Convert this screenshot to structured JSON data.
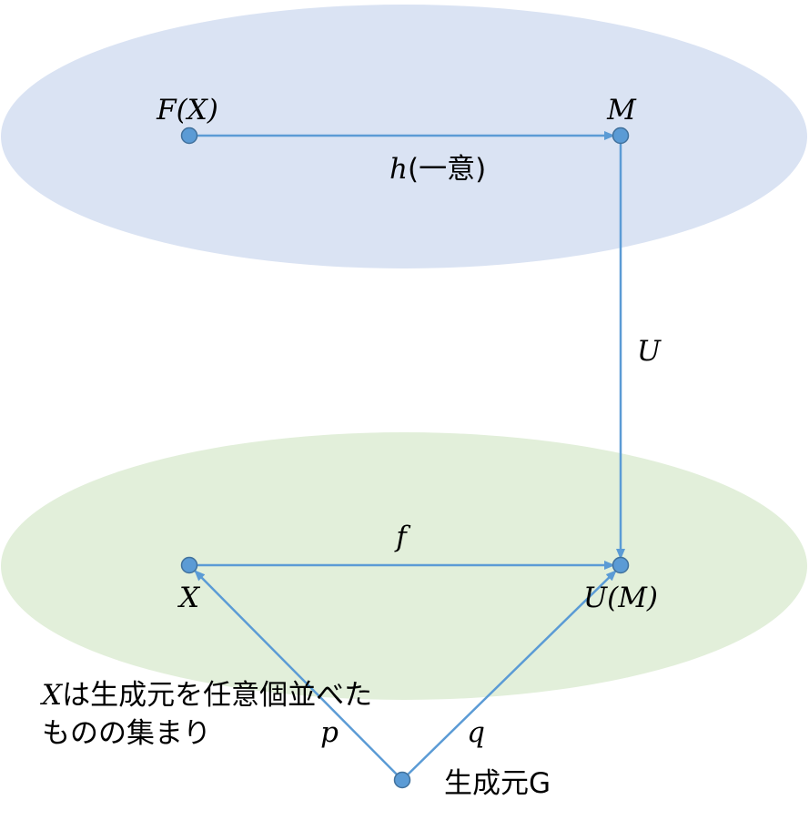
{
  "colors": {
    "upper_ellipse": "#dae3f3",
    "lower_ellipse": "#e2efda",
    "node_fill": "#5b9bd5",
    "node_stroke": "#41719c",
    "edge": "#5b9bd5"
  },
  "nodes": {
    "fx": {
      "label": "F(X)"
    },
    "m": {
      "label": "M"
    },
    "x": {
      "label": "X"
    },
    "um": {
      "label": "U(M)"
    },
    "g": {
      "label": "生成元G"
    }
  },
  "edges": {
    "h": {
      "label_italic": "h",
      "label_rest": "(一意)"
    },
    "u": {
      "label": "U"
    },
    "f": {
      "label": "f"
    },
    "p": {
      "label": "p"
    },
    "q": {
      "label": "q"
    }
  },
  "note": {
    "line1_var": "X",
    "line1_rest": "は生成元を任意個並べた",
    "line2": "ものの集まり"
  }
}
